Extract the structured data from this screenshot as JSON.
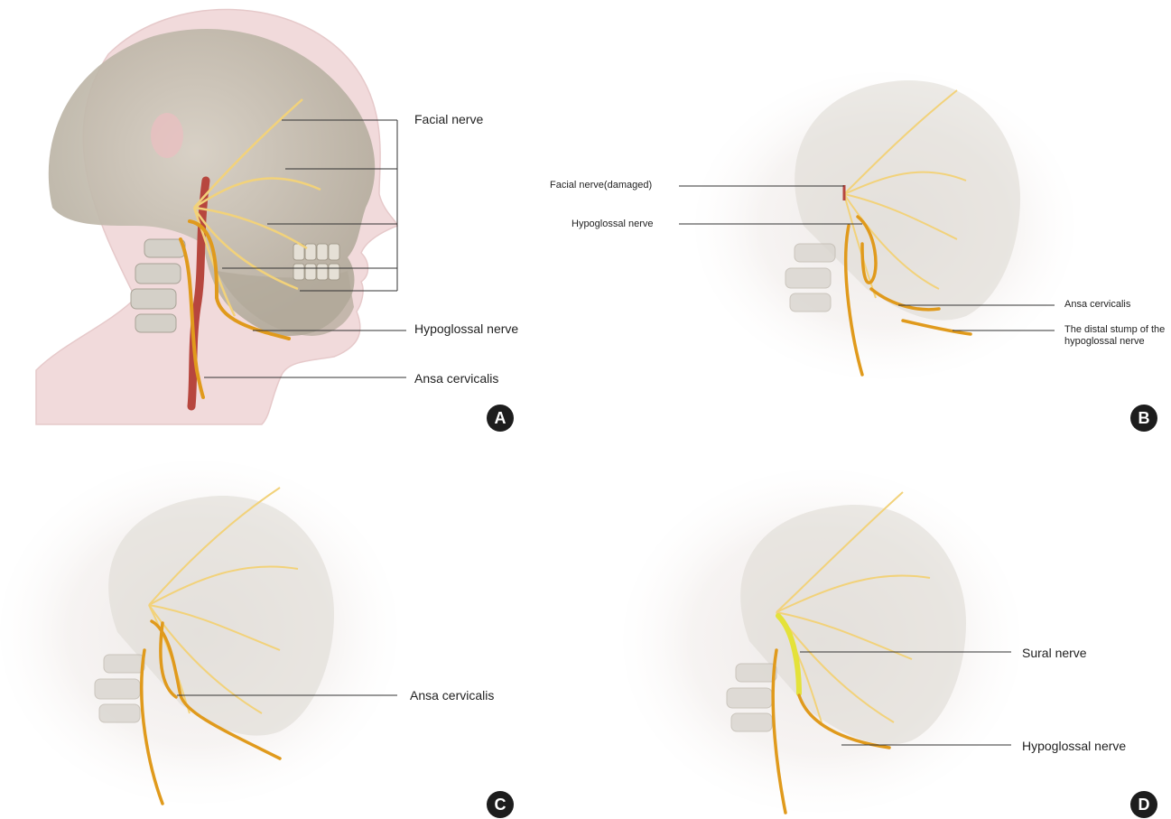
{
  "panels": [
    {
      "id": "A",
      "badge": "A",
      "labels": {
        "facial_nerve": "Facial nerve",
        "hypoglossal_nerve": "Hypoglossal nerve",
        "ansa_cervicalis": "Ansa cervicalis"
      }
    },
    {
      "id": "B",
      "badge": "B",
      "labels": {
        "facial_nerve_damaged": "Facial nerve(damaged)",
        "hypoglossal_nerve": "Hypoglossal nerve",
        "ansa_cervicalis": "Ansa cervicalis",
        "distal_stump_line1": "The distal stump of the",
        "distal_stump_line2": "hypoglossal nerve"
      }
    },
    {
      "id": "C",
      "badge": "C",
      "labels": {
        "ansa_cervicalis": "Ansa cervicalis"
      }
    },
    {
      "id": "D",
      "badge": "D",
      "labels": {
        "sural_nerve": "Sural nerve",
        "hypoglossal_nerve": "Hypoglossal nerve"
      }
    }
  ],
  "colors": {
    "skin": "#f2dfe0",
    "skull": "#c9c2b5",
    "facial_nerve": "#f2d27a",
    "hypoglossal_nerve": "#e09a1c",
    "artery": "#b7463e",
    "sural_nerve": "#e4e23a",
    "leader_line": "#333333"
  }
}
